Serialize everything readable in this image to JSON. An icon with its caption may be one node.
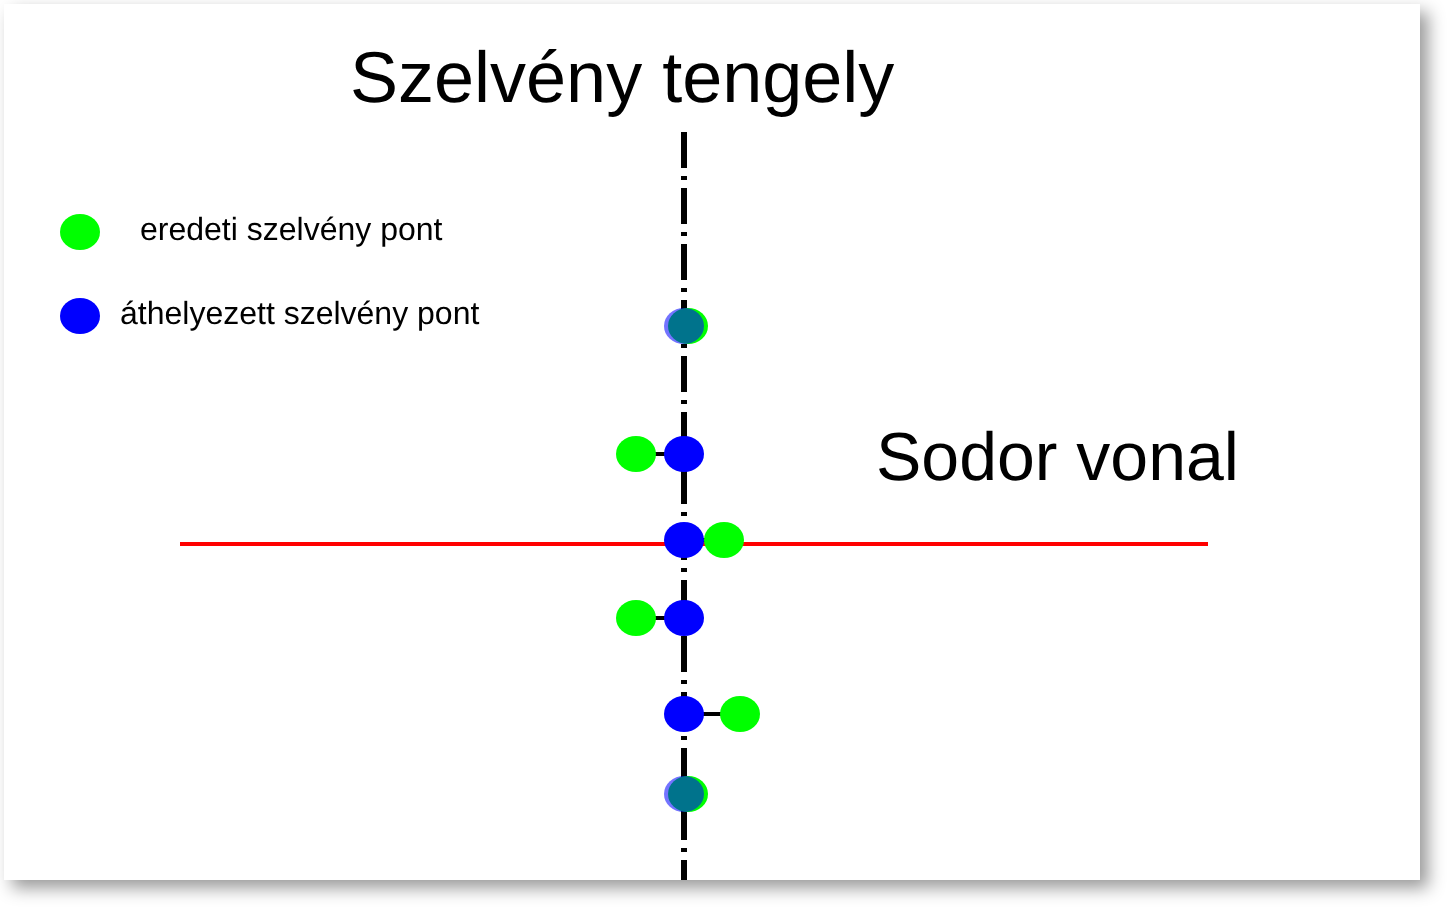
{
  "diagram": {
    "labels": [
      "Szelvény tengely",
      "Sodor vonal"
    ],
    "legend": [
      {
        "text": "eredeti szelvény pont",
        "color": "#00ff00"
      },
      {
        "text": "áthelyezett szelvény pont",
        "color": "#0000ff"
      }
    ]
  }
}
